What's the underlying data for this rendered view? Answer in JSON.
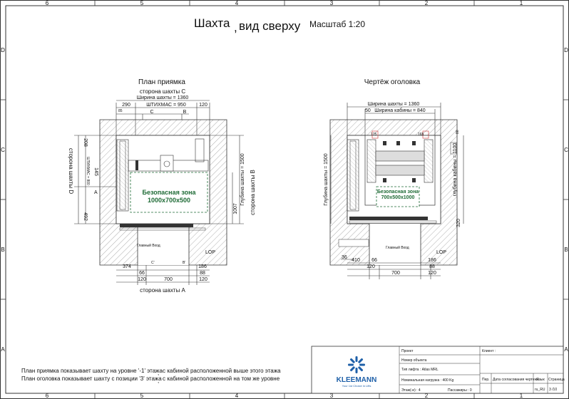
{
  "sheet": {
    "title": "Шахта",
    "title_comma": ",",
    "title_rest": "вид сверху",
    "scale": "Масштаб 1:20",
    "cols_top": [
      "6",
      "5",
      "4",
      "3",
      "2",
      "1"
    ],
    "rows": [
      "D",
      "C",
      "B",
      "A"
    ]
  },
  "pit": {
    "title": "План приямка",
    "side_c": "сторона шахты C",
    "width_label": "Ширина шахты = 1360",
    "dims_top": {
      "left": "290",
      "left_small": "85",
      "center": "ШТИХМАС = 950",
      "right": "120"
    },
    "section_c": "C",
    "section_b": "B",
    "safe_zone_title": "Безопасная зона",
    "safe_zone_size": "1000x700x500",
    "side_d": "сторона шахты D",
    "shtihmas_vert": "ШТИХМАС = 800",
    "left_dims": [
      "208",
      "145",
      "492"
    ],
    "section_a": "A",
    "depth_label": "Глубина шахты = 1500",
    "right_dim": "1007",
    "side_b": "сторона шахты B",
    "main_entry": "Главный Вход",
    "lop": "LOP",
    "bottom_dims": {
      "d374": "374",
      "d186": "186",
      "d66": "66",
      "d88": "88",
      "d120a": "120",
      "d700": "700",
      "d120b": "120"
    },
    "section_c2": "C'",
    "section_b2": "B'",
    "side_a": "сторона шахты A"
  },
  "head": {
    "title": "Чертёж оголовка",
    "width_label": "Ширина шахты = 1360",
    "cabin_width": "Ширина кабины = 840",
    "dim_50": "50",
    "dim_175": "175",
    "dim_165": "165",
    "dim_80": "80",
    "safe_zone_title": "Безопасная зона",
    "safe_zone_size": "700x500x1000",
    "depth_label": "Глубина шахты = 1500",
    "cabin_depth": "глубина кабины = 1100",
    "dim_320": "320",
    "main_entry": "Главный Вход",
    "lop": "LOP",
    "bottom_dims": {
      "d36": "36",
      "d410": "410",
      "d120": "120",
      "d66": "66",
      "d186": "186",
      "d88": "88",
      "d700": "700",
      "d120b": "120"
    }
  },
  "notes": {
    "line1_a": "План приямка показывает шахту на уровне '-1' этажа",
    "line1_b": "с кабиной расположенной выше этого этажа",
    "line2_a": "План оголовка показывает шахту с позиции '3' этажа",
    "line2_b": "с кабиной расположенной на том же уровне",
    "comma": ","
  },
  "titleblock": {
    "project": "Проект",
    "object_number": "Номер объекта",
    "client": "Клиент :",
    "lift_type": "Тип лифта : Atlas MRL",
    "load": "Номинальная нагрузка : 400 Kg",
    "floors": "Этаж(-и) : 4",
    "passengers": "Пассажиры : 0",
    "rev": "Пер.",
    "approval_date": "Дата согласования чертежа",
    "lang_h": "Язык",
    "page_h": "Страница",
    "lang": "ru_RU",
    "page": "3 /10"
  },
  "brand": {
    "name": "KLEEMANN",
    "slogan": "Your 1st Choice in Lifts"
  },
  "colors": {
    "green": "#1f6b36",
    "brand_blue": "#1d5fa8",
    "line": "#222222"
  }
}
